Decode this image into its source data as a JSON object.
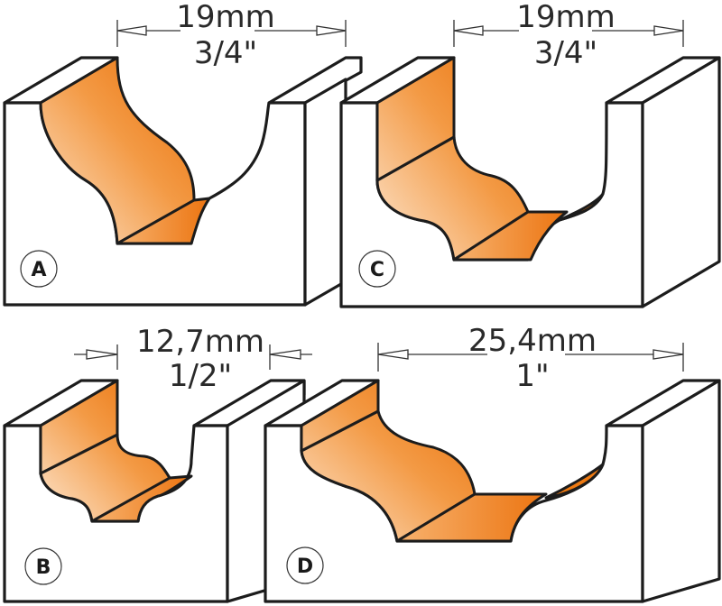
{
  "figure": {
    "description": "Router bit profile diagrams A-D showing cut shapes in wood blocks",
    "colors": {
      "cut_gradient_light": "#fbe0c4",
      "cut_gradient_dark": "#ee7a12",
      "outline": "#1c1c1c",
      "background": "#ffffff"
    }
  },
  "profiles": [
    {
      "id": "A",
      "label": "A",
      "dimension_mm": "19mm",
      "dimension_in": "3/4\""
    },
    {
      "id": "B",
      "label": "B",
      "dimension_mm": "12,7mm",
      "dimension_in": "1/2\""
    },
    {
      "id": "C",
      "label": "C",
      "dimension_mm": "19mm",
      "dimension_in": "3/4\""
    },
    {
      "id": "D",
      "label": "D",
      "dimension_mm": "25,4mm",
      "dimension_in": "1\""
    }
  ]
}
